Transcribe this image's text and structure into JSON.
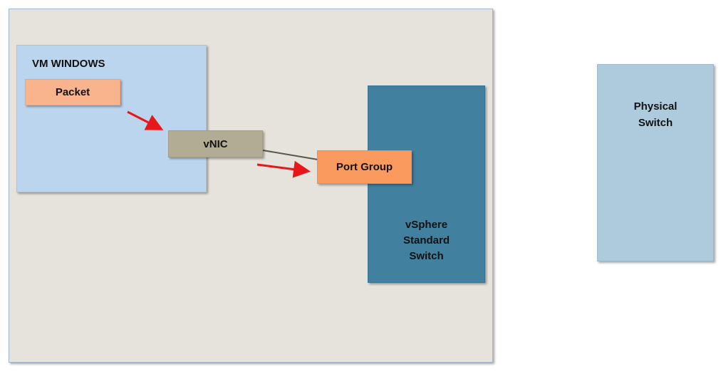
{
  "host": {
    "vm": {
      "title": "VM WINDOWS",
      "packet_label": "Packet",
      "vnic_label": "vNIC"
    },
    "vswitch": {
      "label_lines": [
        "vSphere",
        "Standard",
        "Switch"
      ],
      "port_group_label": "Port Group"
    }
  },
  "physical_switch": {
    "label_lines": [
      "Physical",
      "Switch"
    ]
  },
  "colors": {
    "host_bg": "#e6e2dc",
    "vm_bg": "#bcd5ee",
    "packet_bg": "#f9b48e",
    "vnic_bg": "#b3ac95",
    "vswitch_bg": "#41809f",
    "port_group_bg": "#fb9a5e",
    "physical_switch_bg": "#aecbdd",
    "arrow": "#e8171a",
    "connector": "#555a48"
  }
}
